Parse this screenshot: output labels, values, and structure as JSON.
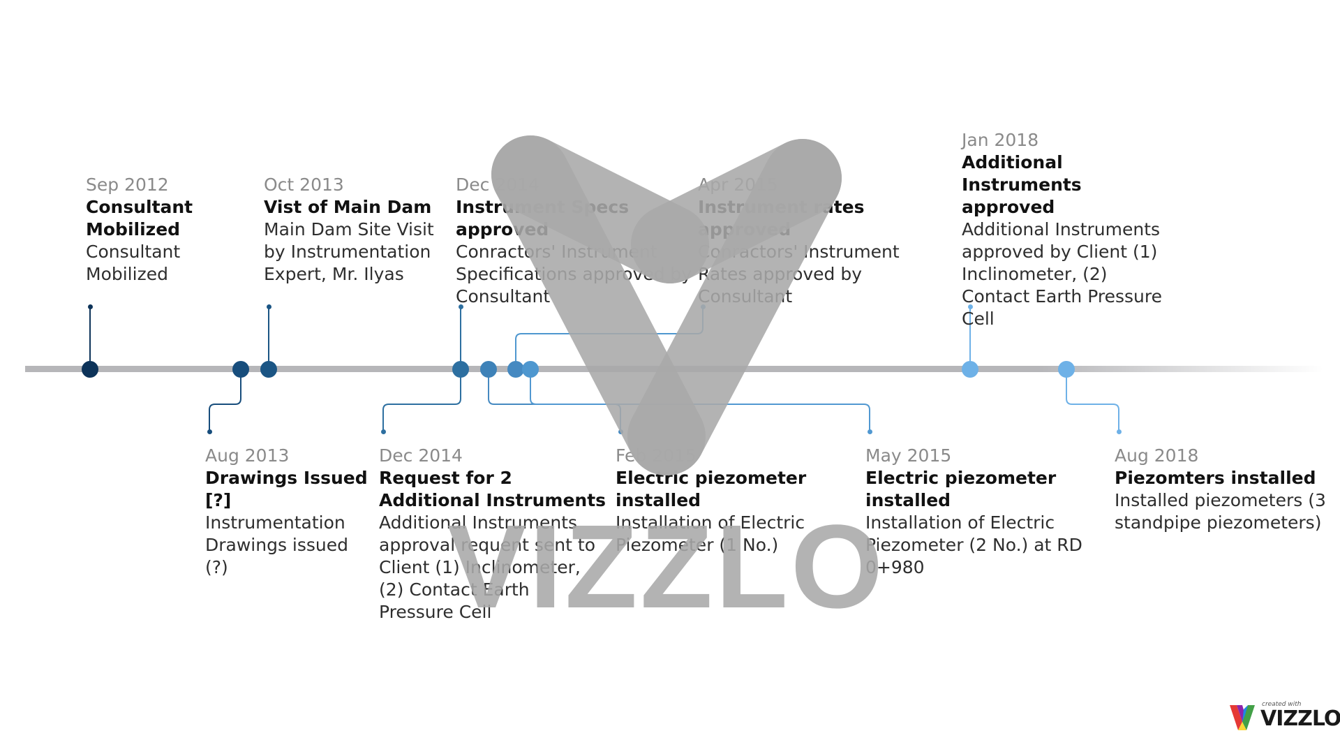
{
  "timeline": {
    "above": [
      {
        "date": "Sep 2012",
        "title": "Consultant Mobilized",
        "desc": "Consultant Mobilized",
        "color": "#0d3359"
      },
      {
        "date": "Oct 2013",
        "title": "Vist of Main Dam",
        "desc": "Main Dam Site Visit by Instrumentation Expert, Mr. Ilyas",
        "color": "#1b5584"
      },
      {
        "date": "Dec 2014",
        "title": "Instrument Specs approved",
        "desc": "Conractors' Instrument Specifications approved by Consultant",
        "color": "#2d6fa0"
      },
      {
        "date": "Apr 2015",
        "title": "Instrument rates approved",
        "desc": "Conractors' Instrument Rates approved by Consultant",
        "color": "#4e97cf"
      },
      {
        "date": "Jan 2018",
        "title": "Additional Instruments approved",
        "desc": "Additional Instruments approved by Client (1) Inclinometer, (2) Contact Earth Pressure Cell",
        "color": "#6eb1e7"
      }
    ],
    "below": [
      {
        "date": "Aug 2013",
        "title": "Drawings Issued [?]",
        "desc": "Instrumentation Drawings issued (?)",
        "color": "#174d7c"
      },
      {
        "date": "Dec 2014",
        "title": "Request for 2 Additional Instruments",
        "desc": "Additional Instruments approval requent sent to Client (1) Inclinometer, (2) Contact Earth Pressure Cell",
        "color": "#2d6fa0"
      },
      {
        "date": "Feb 2015",
        "title": "Electric piezometer installed",
        "desc": "Installation of Electric Piezometer (1 No.)",
        "color": "#4589c1"
      },
      {
        "date": "May 2015",
        "title": "Electric piezometer installed",
        "desc": "Installation of Electric Piezometer (2 No.) at RD 0+980",
        "color": "#5198d1"
      },
      {
        "date": "Aug 2018",
        "title": "Piezomters installed",
        "desc": "Installed piezometers (3 standpipe piezometers)",
        "color": "#6eb1e7"
      }
    ]
  },
  "watermark": {
    "text": "VIZZLO"
  },
  "branding": {
    "tagline": "created with",
    "name": "VIZZLO"
  }
}
